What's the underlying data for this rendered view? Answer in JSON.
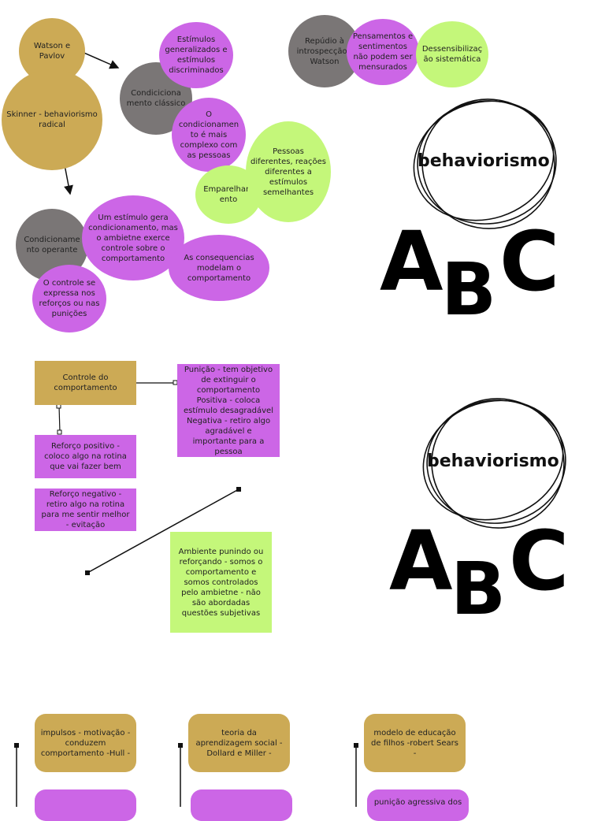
{
  "colors": {
    "tan": "#ccaa55",
    "gray": "#7a7676",
    "purple": "#cc66e6",
    "green": "#c4f77a"
  },
  "map1": {
    "watson_pavlov": "Watson e Pavlov",
    "skinner": "Skinner - behaviorismo radical",
    "estimulos": "Estímulos generalizados e estímulos discriminados",
    "condicionamento_classico": "Condiciciona mento clássico",
    "condicionamento_complexo": "O condicionamen to é mais complexo com as pessoas",
    "pessoas_diferentes": "Pessoas diferentes, reações diferentes a estímulos semelhantes",
    "emparelhamento": "Emparelham ento",
    "condicionamento_operante": "Condicioname nto operante",
    "estimulo_gera": "Um estímulo gera condicionamento, mas o ambietne exerce controle sobre o comportamento",
    "consequencias": "As consequencias modelam o comportamento",
    "controle_reforcos": "O controle se expressa nos reforços ou nas punições",
    "repudio": "Repúdio à introspecção -Watson",
    "pensamentos": "Pensamentos e sentimentos não podem ser mensurados",
    "dessensibilizacao": "Dessensibilizaç ão sistemática"
  },
  "logo1": {
    "title": "behaviorismo",
    "a": "A",
    "b": "B",
    "c": "C"
  },
  "map2": {
    "controle": "Controle do comportamento",
    "punicao": "Punição - tem objetivo de extinguir o comportamento Positiva - coloca estímulo desagradável Negativa - retiro algo agradável e importante para a pessoa",
    "reforco_positivo": "Reforço positivo - coloco algo na rotina que vai fazer bem",
    "reforco_negativo": "Reforço negativo - retiro algo na rotina para me sentir melhor - evitação",
    "ambiente": "Ambiente punindo ou reforçando - somos o comportamento e somos controlados pelo ambietne - não são abordadas questões subjetivas"
  },
  "logo2": {
    "title": "behaviorismo",
    "a": "A",
    "b": "B",
    "c": "C"
  },
  "map3": {
    "impulsos": "impulsos - motivação - conduzem comportamento -Hull -",
    "teoria": "teoria da aprendizagem social -Dollard e Miller -",
    "modelo": "modelo de educação de filhos -robert Sears -",
    "punicao_agressiva": "punição agressiva dos"
  }
}
